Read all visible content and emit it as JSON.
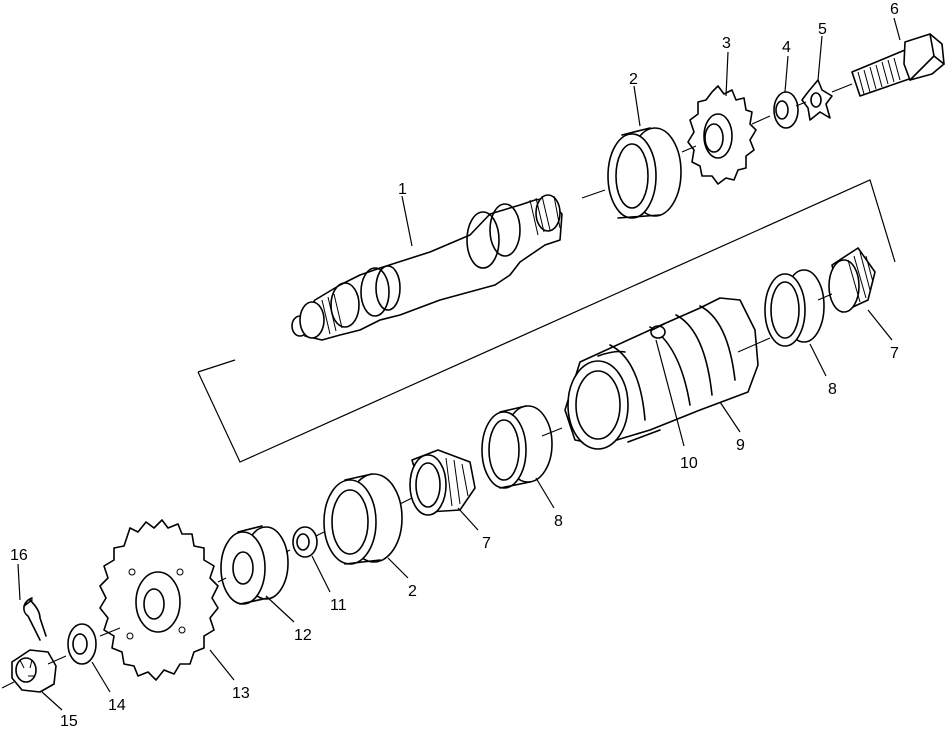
{
  "callouts": {
    "c1": "1",
    "c2a": "2",
    "c2b": "2",
    "c3": "3",
    "c4": "4",
    "c5": "5",
    "c6": "6",
    "c7a": "7",
    "c7b": "7",
    "c8a": "8",
    "c8b": "8",
    "c9": "9",
    "c10": "10",
    "c11": "11",
    "c12": "12",
    "c13": "13",
    "c14": "14",
    "c15": "15",
    "c16": "16"
  }
}
